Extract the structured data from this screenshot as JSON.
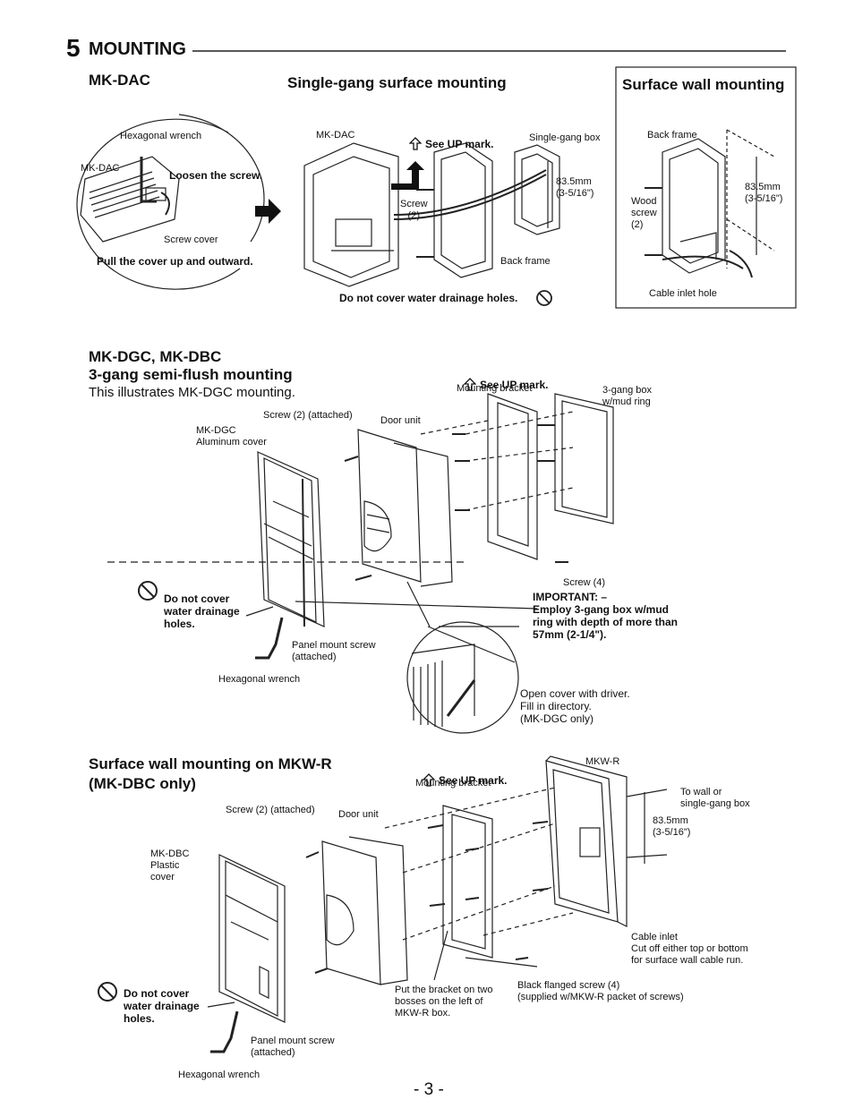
{
  "header": {
    "number": "5",
    "title": "MOUNTING"
  },
  "mkdac": {
    "heading": "MK-DAC",
    "hex_wrench": "Hexagonal wrench",
    "model": "MK-DAC",
    "loosen": "Loosen the screw.",
    "screw_cover": "Screw cover",
    "pull": "Pull the cover up and outward."
  },
  "single_gang": {
    "heading": "Single-gang surface mounting",
    "model": "MK-DAC",
    "see_up": "See UP mark.",
    "box": "Single-gang box",
    "screw": "Screw\n(2)",
    "dim": "83.5mm\n(3-5/16\")",
    "back_frame": "Back frame",
    "drainage": "Do not cover water drainage holes."
  },
  "surface_wall": {
    "heading": "Surface wall mounting",
    "back_frame": "Back frame",
    "wood_screw": "Wood\nscrew\n(2)",
    "dim": "83.5mm\n(3-5/16\")",
    "cable_inlet": "Cable inlet hole"
  },
  "semi_flush": {
    "heading1": "MK-DGC, MK-DBC",
    "heading2": "3-gang semi-flush mounting",
    "subtitle": "This illustrates MK-DGC mounting.",
    "see_up": "See UP mark.",
    "bracket": "Mounting bracket",
    "box": "3-gang box\nw/mud ring",
    "screw_attached": "Screw (2) (attached)",
    "door_unit": "Door unit",
    "cover": "MK-DGC\nAluminum cover",
    "drainage": "Do not cover\nwater drainage\nholes.",
    "panel_screw": "Panel mount screw\n(attached)",
    "hex_wrench": "Hexagonal wrench",
    "screw4": "Screw (4)",
    "important": "IMPORTANT: –\nEmploy 3-gang box w/mud\nring with depth of more than\n57mm (2-1/4\").",
    "open_cover": "Open cover with driver.\nFill in directory.\n(MK-DGC only)"
  },
  "mkwr": {
    "heading1": "Surface wall mounting on MKW-R",
    "heading2": "(MK-DBC only)",
    "see_up": "See UP mark.",
    "bracket": "Mounting bracket",
    "model": "MKW-R",
    "to_wall": "To wall or\nsingle-gang box",
    "dim": "83.5mm\n(3-5/16\")",
    "screw_attached": "Screw (2) (attached)",
    "door_unit": "Door unit",
    "cover": "MK-DBC\nPlastic\ncover",
    "drainage": "Do not cover\nwater drainage\nholes.",
    "panel_screw": "Panel mount screw\n(attached)",
    "hex_wrench": "Hexagonal wrench",
    "put_bracket": "Put the bracket on two\nbosses on the left of\nMKW-R box.",
    "flanged": "Black flanged screw (4)\n(supplied w/MKW-R packet of screws)",
    "cable_inlet": "Cable inlet\nCut off either top or bottom\nfor surface wall cable run."
  },
  "footer": {
    "page": "- 3 -"
  }
}
